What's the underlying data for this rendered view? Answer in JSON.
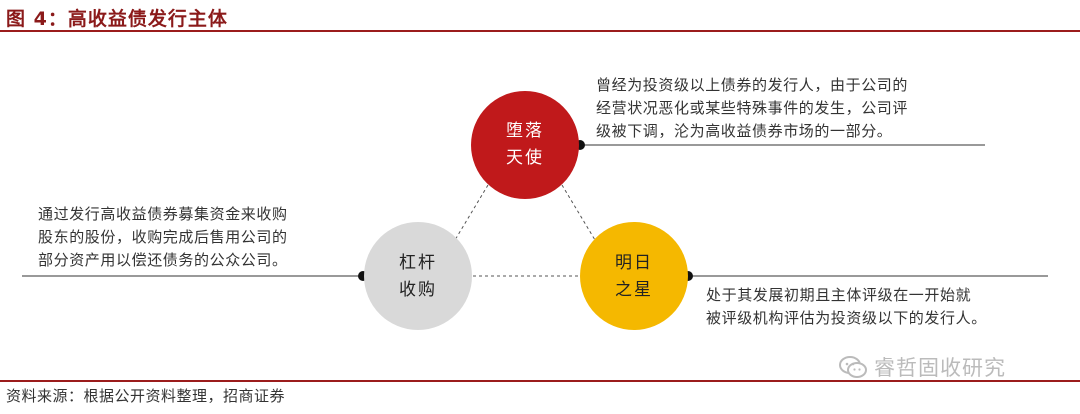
{
  "title": "图 4：高收益债发行主体",
  "source": "资料来源：根据公开资料整理，招商证券",
  "watermark": "睿哲固收研究",
  "colors": {
    "rule": "#9b1c1c",
    "fallen_angel": "#c0191b",
    "leverage": "#d9d9d9",
    "rising_star": "#f5b800"
  },
  "nodes": {
    "fallen_angel": {
      "label_line1": "堕落",
      "label_line2": "天使",
      "desc": [
        "曾经为投资级以上债券的发行人，由于公司的",
        "经营状况恶化或某些特殊事件的发生，公司评",
        "级被下调，沦为高收益债券市场的一部分。"
      ]
    },
    "leverage": {
      "label_line1": "杠杆",
      "label_line2": "收购",
      "desc": [
        "通过发行高收益债券募集资金来收购",
        "股东的股份，收购完成后售用公司的",
        "部分资产用以偿还债务的公众公司。"
      ]
    },
    "rising_star": {
      "label_line1": "明日",
      "label_line2": "之星",
      "desc": [
        "处于其发展初期且主体评级在一开始就",
        "被评级机构评估为投资级以下的发行人。"
      ]
    }
  }
}
